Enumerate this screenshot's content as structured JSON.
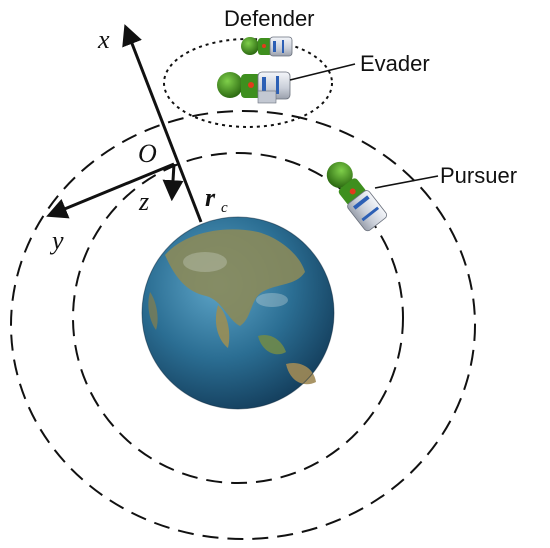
{
  "labels": {
    "defender": "Defender",
    "evader": "Evader",
    "pursuer": "Pursuer"
  },
  "axes": {
    "x": "x",
    "y": "y",
    "z": "z",
    "origin": "O",
    "radius_symbol": "r",
    "radius_subscript": "c"
  },
  "colors": {
    "orbit": "#111111",
    "ocean": "#2b6e93",
    "land": "#8a8a5a",
    "spacecraft_head": "#3e8f1e",
    "spacecraft_body": "#d9dde6",
    "solar_accent": "#e23b1c"
  },
  "icons": {
    "earth": "earth-globe-icon",
    "spacecraft": "spacecraft-icon"
  }
}
